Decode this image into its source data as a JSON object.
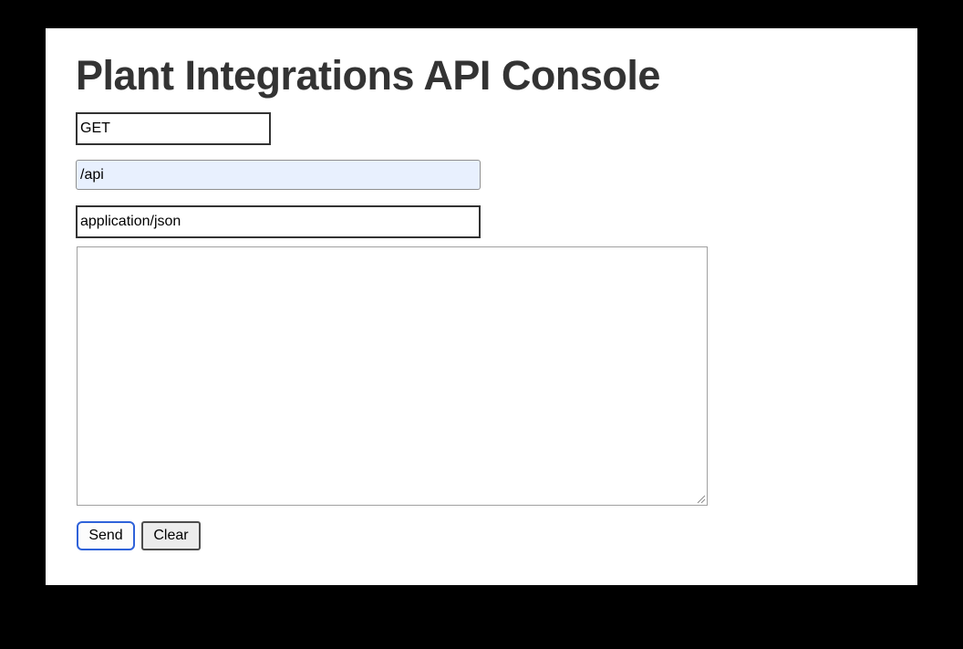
{
  "page": {
    "title": "Plant Integrations API Console",
    "background": "#ffffff",
    "frame_background": "#000000"
  },
  "request_form": {
    "method": {
      "value": "GET",
      "placeholder": ""
    },
    "endpoint": {
      "value": "/api",
      "placeholder": ""
    },
    "content_type": {
      "value": "application/json",
      "placeholder": ""
    },
    "body": {
      "value": "",
      "placeholder": ""
    },
    "buttons": {
      "send_label": "Send",
      "clear_label": "Clear"
    }
  },
  "colors": {
    "title_text": "#333333",
    "dark_input_border": "#333333",
    "endpoint_autofill_bg": "#e8f0fe",
    "endpoint_border": "#8f8f8f",
    "textarea_border": "#a0a0a0",
    "send_focus_ring": "#2f62d9",
    "clear_button_bg": "#ececec",
    "clear_button_border": "#4c4c4c"
  }
}
